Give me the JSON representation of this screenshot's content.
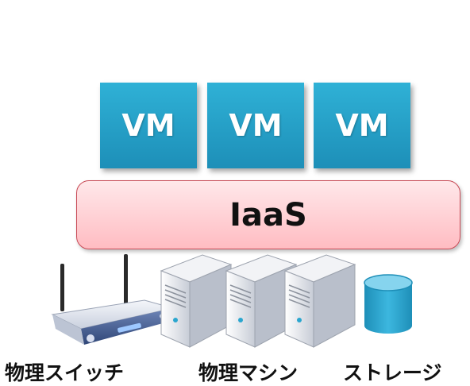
{
  "vms": [
    "VM",
    "VM",
    "VM"
  ],
  "platform": "IaaS",
  "labels": {
    "switch": "物理スイッチ",
    "machine": "物理マシン",
    "storage": "ストレージ"
  },
  "colors": {
    "vm_fill": "#2fb1d6",
    "iaas_fill": "#ffc9ce",
    "iaas_border": "#c84a56",
    "storage_fill": "#2aa6cf"
  },
  "icons": [
    "router-icon",
    "server-icon",
    "server-icon",
    "server-icon",
    "storage-cylinder-icon"
  ]
}
